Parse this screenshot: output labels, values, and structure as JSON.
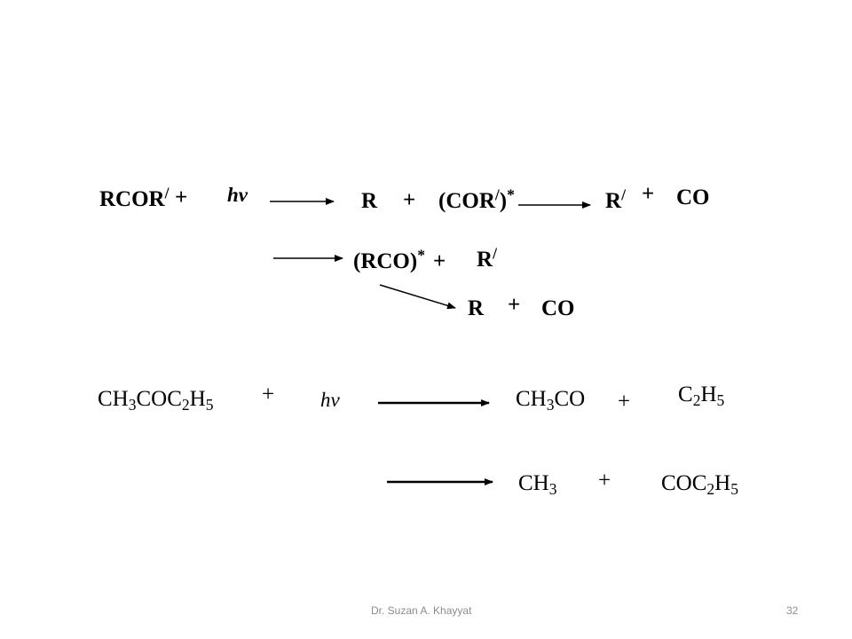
{
  "slide": {
    "reaction1": {
      "reactant": "RCOR",
      "reactant_prime": "/",
      "plus1": "+",
      "hv": "hv",
      "product_r": "R",
      "plus2": "+",
      "cor_open": "(COR",
      "cor_prime": "/",
      "cor_close": ")",
      "cor_star": "*",
      "final_r": "R",
      "final_prime": "/",
      "plus3": "+",
      "co": "CO"
    },
    "reaction1b": {
      "rco": "(RCO)",
      "star": "*",
      "plus": "+",
      "r": "R",
      "r_prime": "/"
    },
    "reaction1c": {
      "r": "R",
      "plus": "+",
      "co": "CO"
    },
    "reaction2": {
      "reactant": {
        "a": "CH",
        "s1": "3",
        "b": "COC",
        "s2": "2",
        "c": "H",
        "s3": "5"
      },
      "plus1": "+",
      "hv": "hv",
      "product1": {
        "a": "CH",
        "s1": "3",
        "b": "CO"
      },
      "plus2": "+",
      "product2": {
        "a": "C",
        "s1": "2",
        "b": "H",
        "s2": "5"
      }
    },
    "reaction2b": {
      "product1": {
        "a": "CH",
        "s1": "3"
      },
      "plus": "+",
      "product2": {
        "a": "COC",
        "s1": "2",
        "b": "H",
        "s2": "5"
      }
    }
  },
  "footer": {
    "author": "Dr. Suzan A. Khayyat",
    "page_number": "32"
  }
}
